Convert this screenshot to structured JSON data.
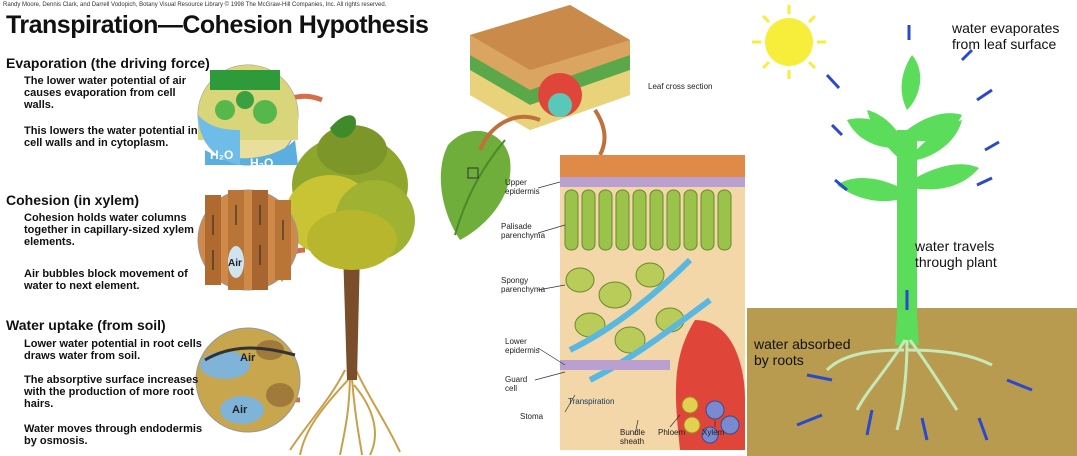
{
  "panel1": {
    "credit": "Randy Moore, Dennis Clark, and Darrell Vodopich, Botany Visual Resource Library © 1998 The McGraw-Hill Companies, Inc. All rights reserved.",
    "title": "Transpiration—Cohesion Hypothesis",
    "sections": [
      {
        "heading": "Evaporation (the driving force)",
        "p1": "The lower water potential of air causes evaporation from cell walls.",
        "p2": "This lowers the water potential in cell walls and in cytoplasm.",
        "p3": ""
      },
      {
        "heading": "Cohesion (in xylem)",
        "p1": "Cohesion holds water columns together in capillary-sized xylem elements.",
        "p2": "Air bubbles block movement of water to next element.",
        "p3": ""
      },
      {
        "heading": "Water uptake (from soil)",
        "p1": "Lower water potential in root cells draws water from soil.",
        "p2": "The absorptive surface increases with the production of more root hairs.",
        "p3": "Water moves through endodermis by osmosis."
      }
    ],
    "circle_labels": {
      "h2o_1": "H₂O",
      "h2o_2": "H₂O",
      "air_xylem": "Air",
      "air_soil_1": "Air",
      "air_soil_2": "Air"
    }
  },
  "panel2": {
    "leaf_cross_section": "Leaf cross section",
    "labels": {
      "upper_epidermis": "Upper epidermis",
      "palisade": "Palisade parenchyma",
      "spongy": "Spongy parenchyma",
      "lower_epidermis": "Lower epidermis",
      "guard_cell": "Guard cell",
      "stoma": "Stoma",
      "transpiration": "Transpiration",
      "bundle_sheath": "Bundle sheath",
      "phloem": "Phloem",
      "xylem": "Xylem"
    }
  },
  "panel3": {
    "evaporates": "water evaporates from leaf surface",
    "travels": "water travels through plant",
    "absorbed": "water absorbed by roots"
  }
}
